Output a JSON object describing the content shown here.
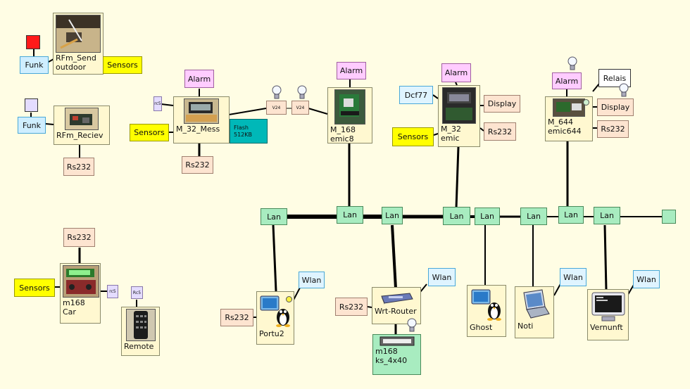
{
  "colors": {
    "background": "#fffde4",
    "funk": "#cfeeff",
    "wlan": "#dff4ff",
    "sensors": "#ffff00",
    "alarm": "#ffccff",
    "rs232": "#fde4d0",
    "lan": "#a8ecc0",
    "flash": "#00b8b8",
    "node": "#fff8d0",
    "red_square": "#ff1a1a",
    "lilac_square": "#e4dcff",
    "wire": "#000000"
  },
  "labels": {
    "funk": "Funk",
    "rfm_send": "RFm_Send\noutdoor",
    "sensors": "Sensors",
    "rfm_reciev": "RFm_Reciev",
    "rs232": "Rs232",
    "alarm": "Alarm",
    "rc5": "rc5",
    "rc5b": "Rc5",
    "m32_mess": "M_32_Mess",
    "flash": "Flash\n512KB",
    "v24": "V24",
    "m168_emic8": "M_168\nemic8",
    "dcf77": "Dcf77",
    "m32_emic": "M_32\nemic",
    "display": "Display",
    "m644": "M_644\nemic644",
    "relais": "Relais",
    "lan": "Lan",
    "wlan": "Wlan",
    "m168_car": "m168\nCar",
    "remote": "Remote",
    "portu2": "Portu2",
    "wrt_router": "Wrt-Router",
    "ks": "m168\nks_4x40",
    "ghost": "Ghost",
    "noti": "Noti",
    "vernunft": "Vernunft"
  },
  "icons": [
    "lightbulb-icon",
    "linux-tux-icon",
    "monitor-icon",
    "laptop-icon",
    "terminal-icon",
    "router-icon",
    "lcd-display-icon",
    "circuit-board-photo",
    "remote-control-photo"
  ]
}
